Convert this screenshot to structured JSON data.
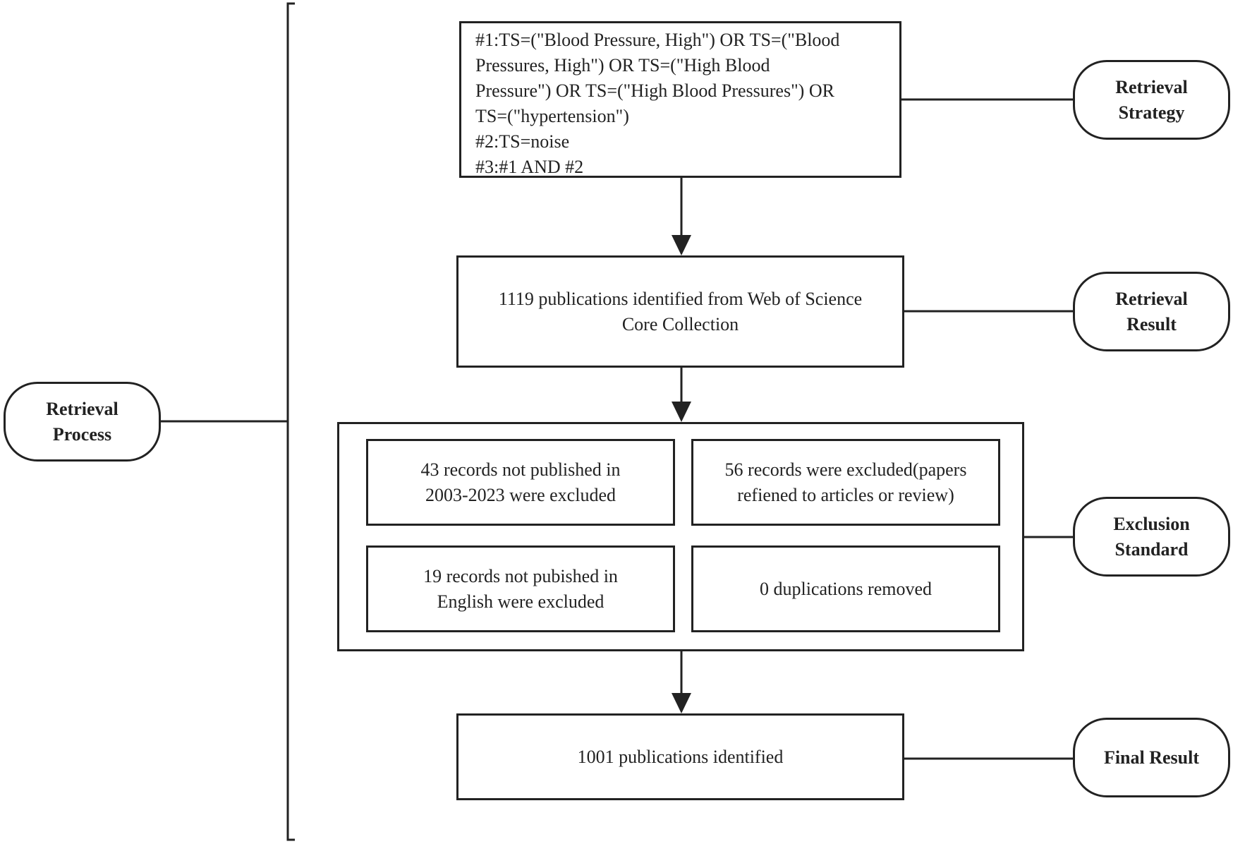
{
  "process_label": [
    "Retrieval",
    "Process"
  ],
  "stages": [
    {
      "label": [
        "Retrieval",
        "Strategy"
      ],
      "query_lines": [
        "#1:TS=(\"Blood Pressure, High\") OR TS=(\"Blood",
        "Pressures, High\") OR TS=(\"High Blood",
        "Pressure\") OR TS=(\"High Blood Pressures\") OR",
        "TS=(\"hypertension\")",
        "#2:TS=noise",
        "#3:#1 AND #2"
      ]
    },
    {
      "label": [
        "Retrieval",
        "Result"
      ],
      "text_lines": [
        "1119 publications identified from Web of Science",
        "Core Collection"
      ]
    },
    {
      "label": [
        "Exclusion",
        "Standard"
      ],
      "exclusions": [
        [
          "43 records not published in",
          "2003-2023 were excluded"
        ],
        [
          "56 records were excluded(papers",
          "refiened to articles or review)"
        ],
        [
          "19 records not pubished in",
          "English were excluded"
        ],
        [
          "0 duplications removed"
        ]
      ]
    },
    {
      "label": [
        "Final Result"
      ],
      "text_lines": [
        "1001 publications identified"
      ]
    }
  ],
  "colors": {
    "stroke": "#222222",
    "background": "#ffffff"
  }
}
